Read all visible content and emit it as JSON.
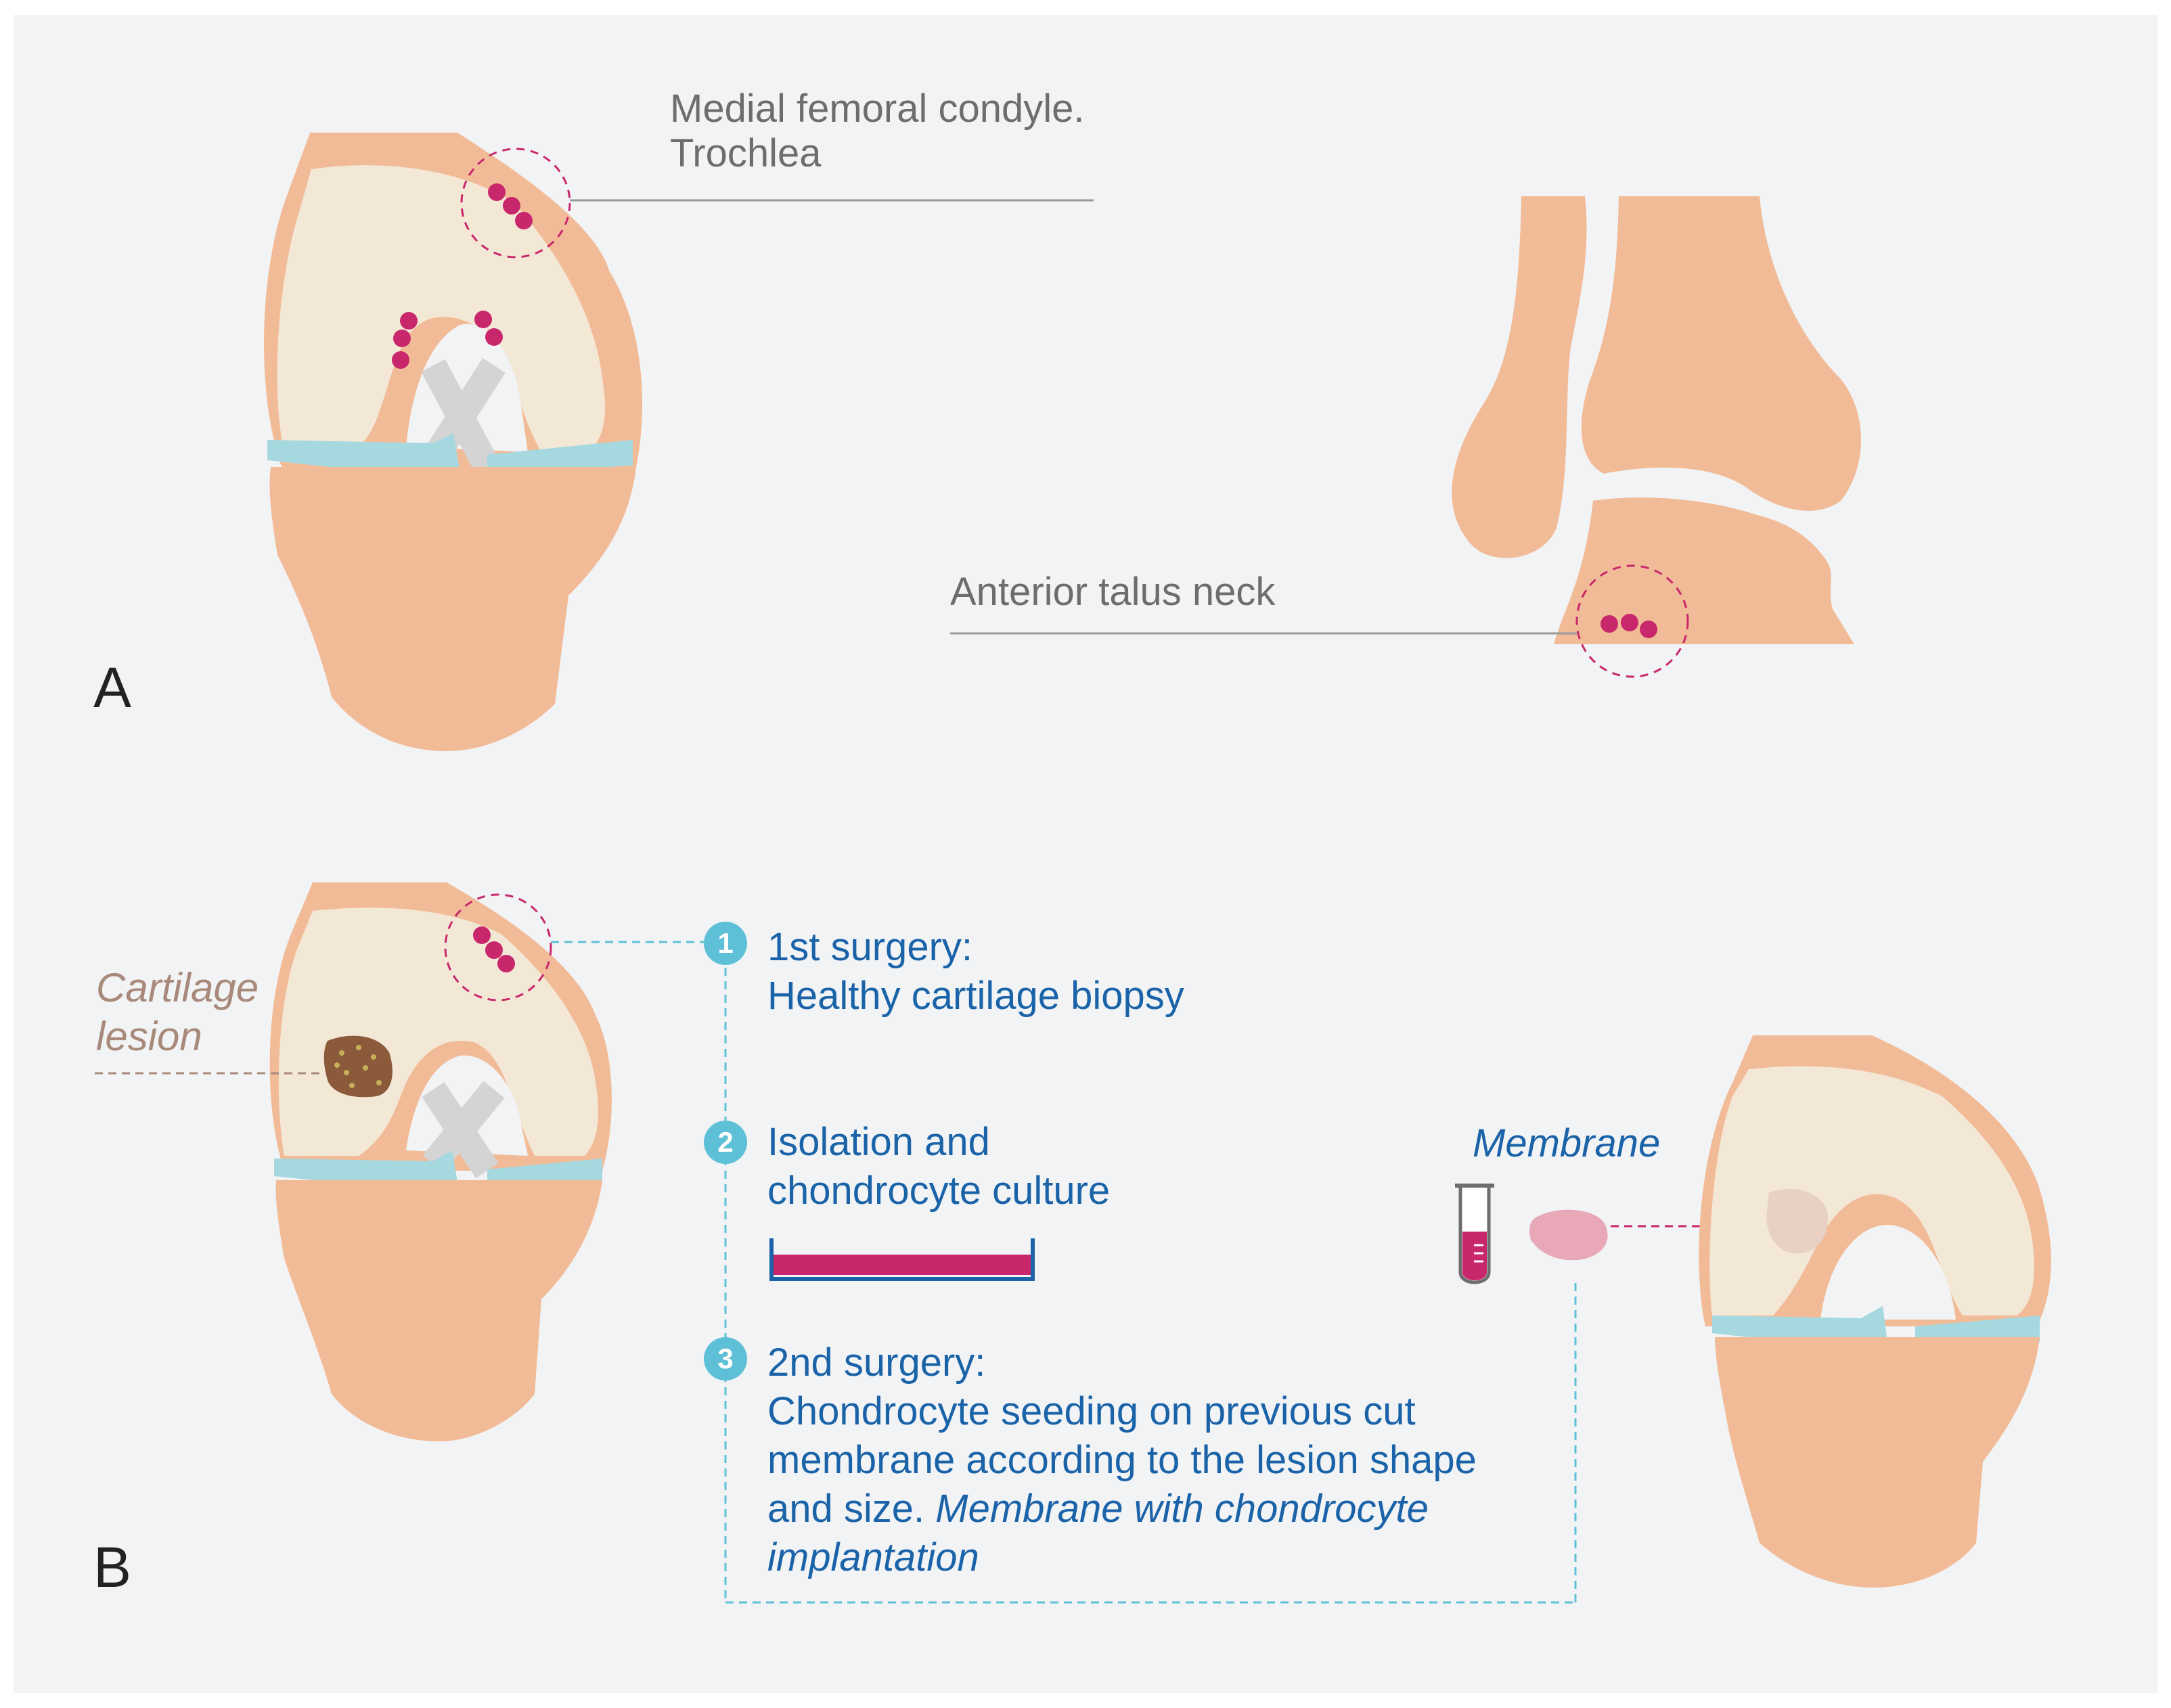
{
  "panels": {
    "a": "A",
    "b": "B"
  },
  "labels": {
    "femoral_line1": "Medial femoral condyle.",
    "femoral_line2": "Trochlea",
    "talus": "Anterior talus neck",
    "lesion_line1": "Cartilage",
    "lesion_line2": "lesion",
    "membrane": "Membrane"
  },
  "steps": [
    {
      "number": "1",
      "lines": [
        "1st surgery:",
        "Healthy cartilage biopsy"
      ]
    },
    {
      "number": "2",
      "lines": [
        "Isolation and",
        "chondrocyte culture"
      ]
    },
    {
      "number": "3",
      "lines": [
        "2nd surgery:",
        "Chondrocyte seeding on previous cut",
        "membrane according to the lesion shape"
      ],
      "last_plain": "and size. ",
      "last_italic": "Membrane with chondrocyte",
      "extra_italic": "implantation"
    }
  ],
  "colors": {
    "background": "#f2f3f5",
    "bone": "#f2bb97",
    "cartilage": "#f3e8d6",
    "meniscus": "#a6d8e0",
    "ligament": "#d4d4d4",
    "dot": "#c8276c",
    "accent_blue": "#5ec0d6",
    "text_blue": "#1a63a8"
  },
  "icons": [
    "biopsy-dots-icon",
    "culture-dish-icon",
    "test-tube-icon",
    "membrane-patch-icon"
  ]
}
